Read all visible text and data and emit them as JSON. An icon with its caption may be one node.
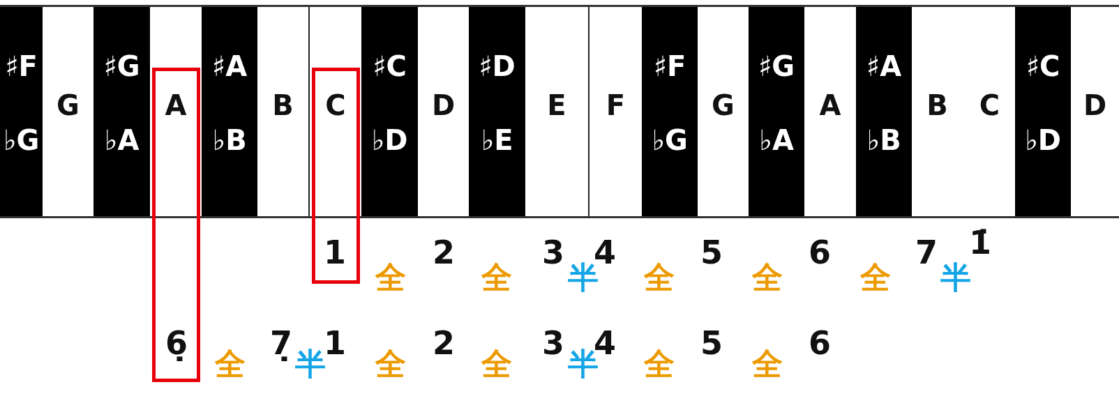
{
  "diagram": {
    "nodes": [
      {
        "text": [
          "♯F",
          "♭G"
        ]
      },
      {
        "text": [
          "G"
        ]
      },
      {
        "text": [
          "♯G",
          "♭A"
        ]
      },
      {
        "text": [
          "A"
        ]
      },
      {
        "text": [
          "♯A",
          "♭B"
        ]
      },
      {
        "text": [
          "B"
        ]
      },
      {
        "text": [
          "C"
        ]
      },
      {
        "text": [
          "♯C",
          "♭D"
        ]
      },
      {
        "text": [
          "D"
        ]
      },
      {
        "text": [
          "♯D",
          "♭E"
        ]
      },
      {
        "text": [
          "E"
        ]
      },
      {
        "text": [
          "F"
        ]
      },
      {
        "text": [
          "♯F",
          "♭G"
        ]
      },
      {
        "text": [
          "G"
        ]
      },
      {
        "text": [
          "♯G",
          "♭A"
        ]
      },
      {
        "text": [
          "A"
        ]
      },
      {
        "text": [
          "♯A",
          "♭B"
        ]
      },
      {
        "text": [
          "B"
        ]
      },
      {
        "text": [
          "C"
        ]
      },
      {
        "text": [
          "♯C",
          "♭D"
        ]
      },
      {
        "text": [
          "D"
        ]
      }
    ],
    "labels": [
      "1",
      "全",
      "2",
      "全",
      "3",
      "半",
      "4",
      "全",
      "5",
      "全",
      "6",
      "全",
      "7",
      "半",
      "1̇",
      "6̣",
      "全",
      "7̣",
      "半",
      "1",
      "全",
      "2",
      "全",
      "3",
      "半",
      "4",
      "全",
      "5",
      "全",
      "6"
    ]
  }
}
